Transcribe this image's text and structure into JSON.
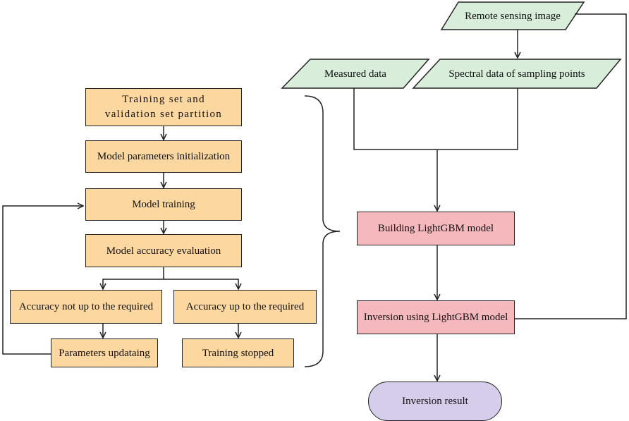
{
  "nodes": {
    "remote_sensing_image": "Remote sensing image",
    "measured_data": "Measured data",
    "spectral_data": "Spectral data of sampling points",
    "training_partition_line1": "Training set and",
    "training_partition_line2": "validation set partition",
    "model_params_init": "Model parameters initialization",
    "model_training": "Model training",
    "model_accuracy_eval": "Model accuracy evaluation",
    "accuracy_not_required": "Accuracy not up to the required",
    "accuracy_required": "Accuracy up to the required",
    "parameters_updating": "Parameters updataing",
    "training_stopped": "Training stopped",
    "building_lightgbm": "Building LightGBM model",
    "inversion_lightgbm": "Inversion using LightGBM model",
    "inversion_result": "Inversion result"
  },
  "colors": {
    "process_fill": "#fcd7a0",
    "data_fill": "#d8eedb",
    "model_fill": "#f5b8bd",
    "terminal_fill": "#d5cdea",
    "line": "#222222"
  }
}
